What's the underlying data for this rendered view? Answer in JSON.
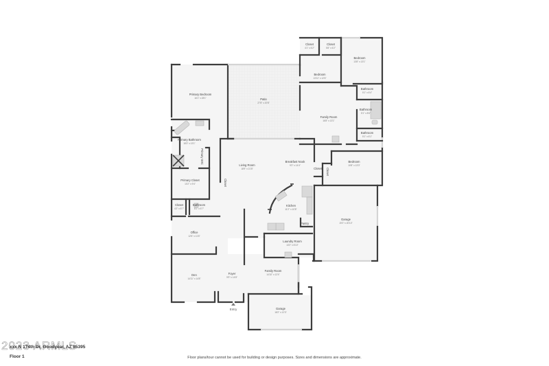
{
  "listing": {
    "address": "xxx N 174th Dr, Goodyear, AZ 85395",
    "floor_label": "Floor 1",
    "watermark": "2023 ARMLS",
    "disclaimer": "Floor plans/tour cannot be used for building or design purposes. Sizes and dimensions are approximate."
  },
  "entry": {
    "label": "Entry"
  },
  "rooms": [
    {
      "id": "closet-1",
      "name": "Closet",
      "dims": "4'1\" x 6'2\""
    },
    {
      "id": "closet-2",
      "name": "Closet",
      "dims": "5'8\" x 6'2\""
    },
    {
      "id": "bedroom-ne",
      "name": "Bedroom",
      "dims": "13'8\" x 13'1\""
    },
    {
      "id": "bedroom-n",
      "name": "Bedroom",
      "dims": "13'11\" x 12'6\""
    },
    {
      "id": "primary-bedroom",
      "name": "Primary Bedroom",
      "dims": "16'1\" x 28'1\""
    },
    {
      "id": "patio",
      "name": "Patio",
      "dims": "27'8\" x 20'8\""
    },
    {
      "id": "bathroom-1",
      "name": "Bathroom",
      "dims": "5'1\" x 6'4\""
    },
    {
      "id": "bathroom-2",
      "name": "Bathroom",
      "dims": "5'1\" x 8'6\""
    },
    {
      "id": "family-room-n",
      "name": "Family Room",
      "dims": "16'8\" x 13'1\""
    },
    {
      "id": "bathroom-3",
      "name": "Bathroom",
      "dims": "5'1\" x 6'1\""
    },
    {
      "id": "primary-bathroom",
      "name": "Primary Bathroom",
      "dims": "18'3\" x 13'1\""
    },
    {
      "id": "primary-wic",
      "name": "Primary WIC",
      "dims": ""
    },
    {
      "id": "living-room",
      "name": "Living Room",
      "dims": "18'9\" x 21'8\""
    },
    {
      "id": "breakfast-nook",
      "name": "Breakfast Nook",
      "dims": "9'2\" x 14'4\""
    },
    {
      "id": "closet-3",
      "name": "Closet",
      "dims": ""
    },
    {
      "id": "closet-4",
      "name": "Closet",
      "dims": "2'1\" x 7'4\""
    },
    {
      "id": "bedroom-e",
      "name": "Bedroom",
      "dims": "10'8\" x 13'3\""
    },
    {
      "id": "primary-closet",
      "name": "Primary Closet",
      "dims": "10'2\" x 9'4\""
    },
    {
      "id": "closet-5",
      "name": "Closet",
      "dims": ""
    },
    {
      "id": "kitchen",
      "name": "Kitchen",
      "dims": "11'2\" x 10'8\""
    },
    {
      "id": "closet-6",
      "name": "Closet",
      "dims": "4'2\" x 5'7\""
    },
    {
      "id": "bathroom-4",
      "name": "Bathroom",
      "dims": "8'1\" x 5'7\""
    },
    {
      "id": "pantry",
      "name": "Pantry",
      "dims": ""
    },
    {
      "id": "garage-main",
      "name": "Garage",
      "dims": "19'2\" x 20'10\""
    },
    {
      "id": "office",
      "name": "Office",
      "dims": "12'6\" x 11'6\""
    },
    {
      "id": "laundry-room",
      "name": "Laundry Room",
      "dims": "13'2\" x 6'10\""
    },
    {
      "id": "den",
      "name": "Den",
      "dims": "14'11\" x 14'8\""
    },
    {
      "id": "foyer",
      "name": "Foyer",
      "dims": "9'9\" x 14'8\""
    },
    {
      "id": "family-room-s",
      "name": "Family Room",
      "dims": "14'10\" x 12'4\""
    },
    {
      "id": "garage-small",
      "name": "Garage",
      "dims": "18'2\" x 12'3\""
    }
  ],
  "colors": {
    "wall": "#3d3d3d",
    "floor": "#f5f5f5",
    "window": "#d4d4d4",
    "background": "#ffffff"
  }
}
